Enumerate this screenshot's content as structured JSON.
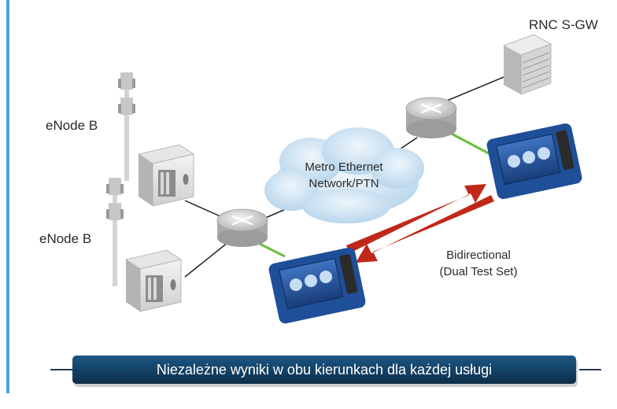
{
  "labels": {
    "enodeb_top": "eNode B",
    "enodeb_bottom": "eNode B",
    "rnc_sgw": "RNC S-GW",
    "cloud_line1": "Metro Ethernet",
    "cloud_line2": "Network/PTN",
    "bidir_line1": "Bidirectional",
    "bidir_line2": "(Dual Test Set)"
  },
  "banner": {
    "text": "Niezależne wyniki w obu kierunkach dla każdej usługi"
  },
  "colors": {
    "accent_bar": "#4aa3d6",
    "banner": "#123a5c",
    "arrow": "#c0281a",
    "link_green": "#6cbf3c",
    "test_set_frame": "#1f4f99"
  }
}
